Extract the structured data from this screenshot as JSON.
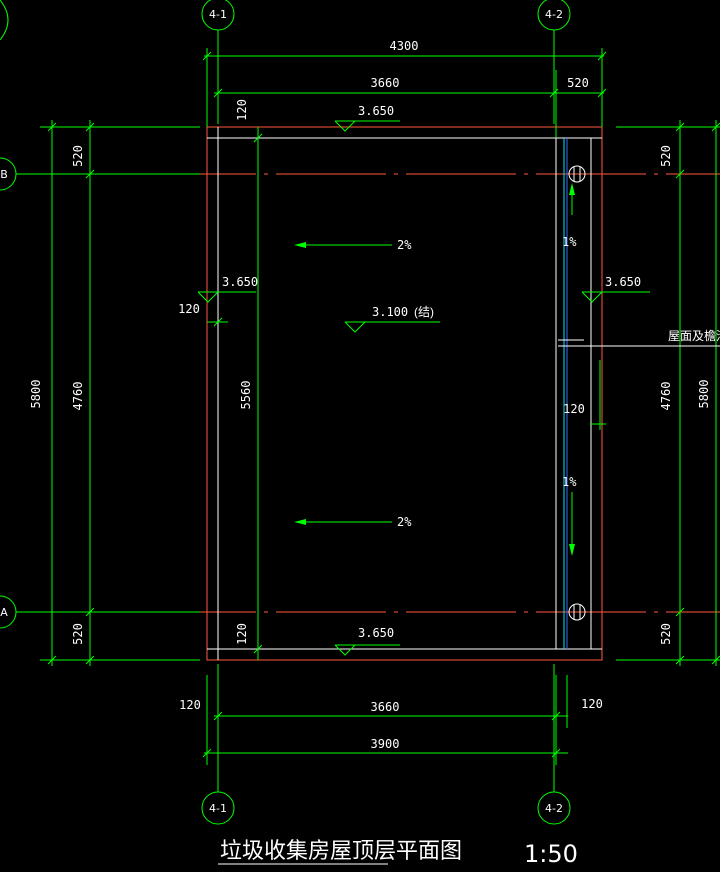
{
  "axes": {
    "top_left": "4-1",
    "top_right": "4-2",
    "bottom_left": "4-1",
    "bottom_right": "4-2",
    "left_b": "B",
    "left_a": "A"
  },
  "dimensions": {
    "top_total": "4300",
    "top_inner": "3660",
    "top_right_part": "520",
    "wall_top_left": "120",
    "bottom_left_wall": "120",
    "bottom_inner": "3660",
    "bottom_right_wall": "120",
    "bottom_total": "3900",
    "left_outer_total": "5800",
    "left_inner_total": "4760",
    "left_top_520": "520",
    "left_bottom_520": "520",
    "left_mid_120": "120",
    "inner_height": "5560",
    "inner_bottom_120": "120",
    "right_top_520": "520",
    "right_bottom_520": "520",
    "right_inner_total": "4760",
    "right_outer_total": "5800",
    "right_mid_120": "120"
  },
  "elevations": {
    "top": "3.650",
    "left": "3.650",
    "right": "3.650",
    "bottom": "3.650",
    "center": "3.100",
    "center_note": "(结)"
  },
  "slopes": {
    "upper": "2%",
    "lower": "2%",
    "gutter_upper": "1%",
    "gutter_lower": "1%"
  },
  "annotation": "屋面及檐沟",
  "title": "垃圾收集房屋顶层平面图",
  "scale": "1:50"
}
